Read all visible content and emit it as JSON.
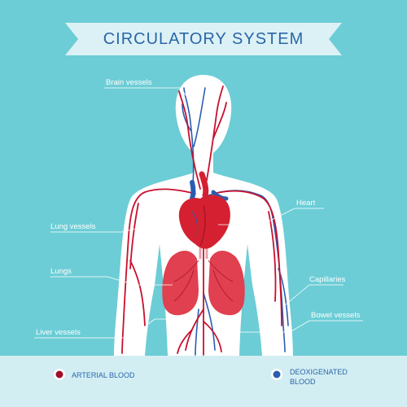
{
  "title": "CIRCULATORY SYSTEM",
  "labels": {
    "brain_vessels": "Brain vessels",
    "heart": "Heart",
    "lung_vessels": "Lung vessels",
    "lungs": "Lungs",
    "capillaries": "Capillaries",
    "bowel_vessels": "Bowel vessels",
    "liver_vessels": "Liver vessels"
  },
  "legend": {
    "arterial": "ARTERIAL BLOOD",
    "deoxygenated_line1": "DEOXIGENATED",
    "deoxygenated_line2": "BLOOD"
  },
  "colors": {
    "background": "#6ccdd6",
    "banner": "#dcf1f5",
    "legend_bar": "#d3eef3",
    "body": "#ffffff",
    "artery": "#c8102e",
    "vein": "#2a5db0",
    "heart": "#d42030",
    "lungs": "#e04050",
    "title_text": "#2a66a8"
  }
}
